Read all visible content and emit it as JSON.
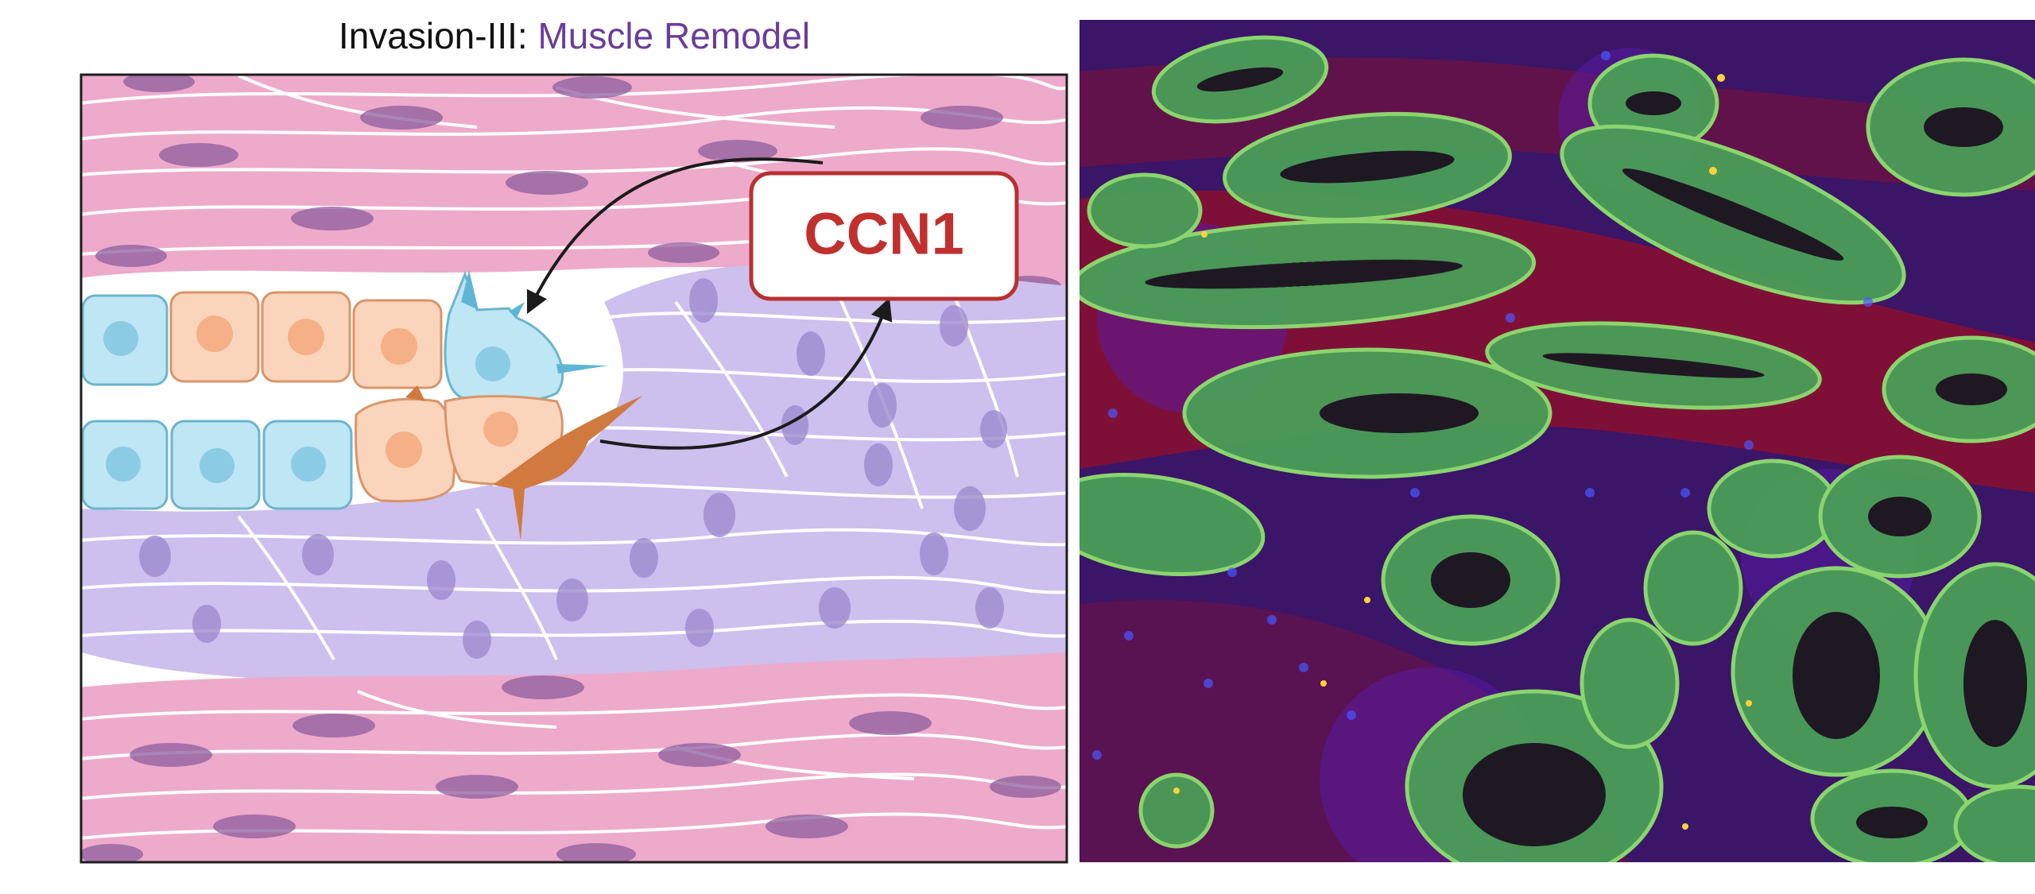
{
  "title": {
    "prefix": "Invasion-III: ",
    "highlight": "Muscle Remodel"
  },
  "diagram": {
    "label": "CCN1"
  },
  "colors": {
    "title_accent": "#6a3d9a",
    "muscle_pink": "#efb0cf",
    "muscle_nucleus": "#8a5a9a",
    "remodeled_lavender": "#c9bcec",
    "epithelial_blue": "#bfe6f5",
    "epithelial_peach": "#fbd5bb",
    "invasive_orange": "#d07a40",
    "label_red": "#c0302e"
  }
}
